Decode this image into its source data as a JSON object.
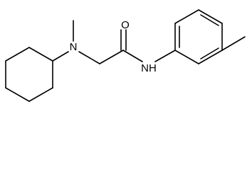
{
  "molecule": {
    "atoms": {
      "nitrogen_amine": "N",
      "oxygen_carbonyl": "O",
      "nitrogen_amide": "NH"
    }
  }
}
